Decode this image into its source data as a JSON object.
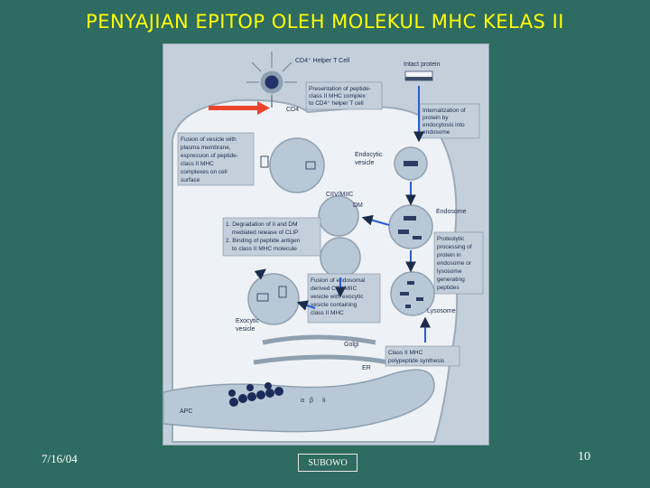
{
  "slide": {
    "title": "PENYAJIAN EPITOP OLEH MOLEKUL MHC KELAS II",
    "date": "7/16/04",
    "author": "SUBOWO",
    "page_number": "10"
  },
  "colors": {
    "background": "#2e6b61",
    "title": "#ffff00",
    "cell": "#e9eef3",
    "vesicle": "#b9c8d6",
    "nucleus": "#1b2b5a",
    "arrow_red": "#e8452b",
    "arrow_blue": "#2a5bd7"
  },
  "diagram": {
    "cd4_helper": "CD4⁺ Helper T Cell",
    "intact_protein": "Intact protein",
    "presentation": [
      "Presentation of peptide-",
      "class II MHC complex",
      "to CD4⁺ helper T cell"
    ],
    "cd4": "CD4",
    "internalization": [
      "Internalization of",
      "protein by",
      "endocytosis into",
      "endosome"
    ],
    "fusion_plasma": [
      "Fusion of vesicle with",
      "plasma membrane,",
      "expression of peptide-",
      "class II MHC",
      "complexes on cell",
      "surface"
    ],
    "endocytic_vesicle": [
      "Endocytic",
      "vesicle"
    ],
    "cliv_mhc": "CIIV/MIIC",
    "dm": "DM",
    "endosome": "Endosome",
    "degradation": [
      "1. Degradation of Ii and DM",
      "mediated release of CLIP",
      "2. Binding of peptide antigen",
      "to class II MHC molecule"
    ],
    "proteolytic": [
      "Proteolytic",
      "processing of",
      "protein in",
      "endosome or",
      "lysosome",
      "generating",
      "peptides"
    ],
    "fusion_endosomal": [
      "Fusion of endosomal",
      "derived CIIV/MIIC",
      "vesicle with exocytic",
      "vesicle containing",
      "class II MHC"
    ],
    "lysosome": "Lysosome",
    "exocytic_vesicle": [
      "Exocytic",
      "vesicle"
    ],
    "golgi": "Golgi",
    "class2_synthesis": [
      "Class II MHC",
      "polypeptide synthesis"
    ],
    "er": "ER",
    "ii": "Ii",
    "alpha": "α",
    "beta": "β",
    "apc": "APC"
  }
}
